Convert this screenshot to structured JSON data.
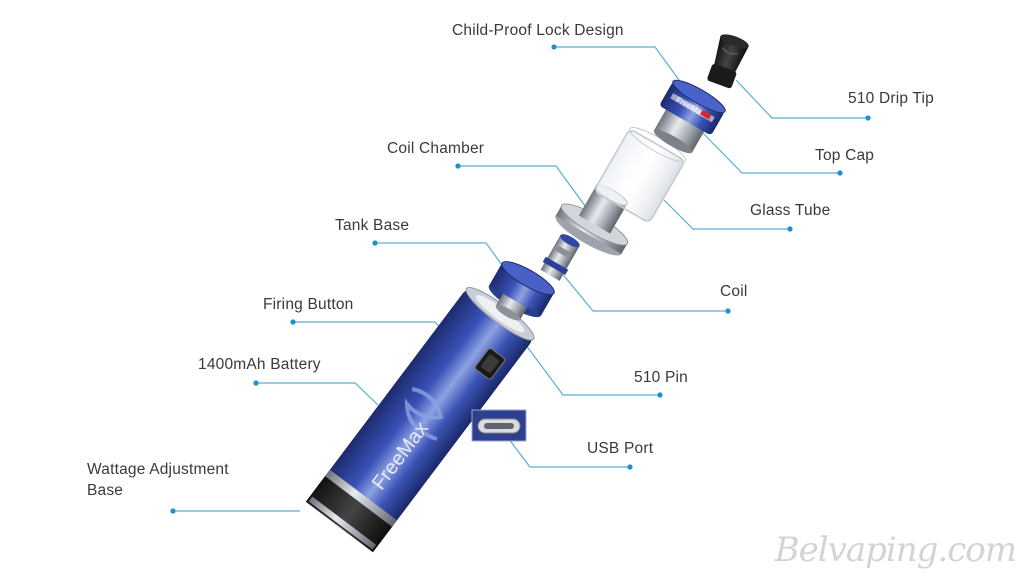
{
  "labels": {
    "child_proof_lock": "Child-Proof Lock Design",
    "drip_tip": "510 Drip Tip",
    "top_cap": "Top Cap",
    "coil_chamber": "Coil Chamber",
    "glass_tube": "Glass Tube",
    "tank_base": "Tank Base",
    "coil": "Coil",
    "firing_button": "Firing Button",
    "battery": "1400mAh Battery",
    "pin_510": "510 Pin",
    "usb_port": "USB Port",
    "wattage_base": "Wattage Adjustment Base"
  },
  "brand": {
    "body_logo": "FreeMax",
    "cap_logo": "FreeMax"
  },
  "watermark": "Belvaping.com",
  "colors": {
    "leader_line": "#5aaed8",
    "leader_dot": "#1f8fd0",
    "body_blue": "#2b3f9a",
    "body_highlight": "#8fa3e0",
    "metal": "#b9bdc4",
    "text": "#3a3a3a"
  }
}
